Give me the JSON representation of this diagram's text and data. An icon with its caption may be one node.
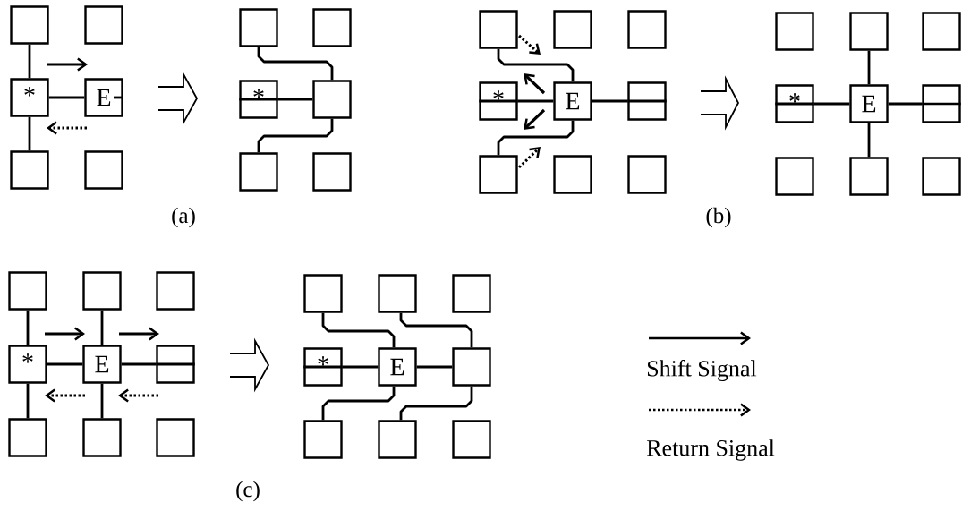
{
  "diagram": {
    "nodes": [
      {
        "text": [],
        "shape": "box"
      },
      {
        "text": [],
        "shape": "box"
      },
      {
        "text": [
          "*"
        ]
      },
      {
        "text": [
          "E"
        ]
      },
      {
        "text": [],
        "shape": "box"
      },
      {
        "text": [],
        "shape": "box"
      },
      {
        "text": [],
        "shape": "box"
      },
      {
        "text": [],
        "shape": "box"
      },
      {
        "text": [
          "*"
        ]
      },
      {
        "text": [],
        "shape": "box"
      },
      {
        "text": [],
        "shape": "box"
      },
      {
        "text": [],
        "shape": "box"
      },
      {
        "text": [],
        "shape": "box"
      },
      {
        "text": [],
        "shape": "box"
      },
      {
        "text": [],
        "shape": "box"
      },
      {
        "text": [
          "*"
        ]
      },
      {
        "text": [
          "E"
        ]
      },
      {
        "text": [],
        "shape": "box"
      },
      {
        "text": [],
        "shape": "box"
      },
      {
        "text": [],
        "shape": "box"
      },
      {
        "text": [],
        "shape": "box"
      },
      {
        "text": [],
        "shape": "box"
      },
      {
        "text": [],
        "shape": "box"
      },
      {
        "text": [],
        "shape": "box"
      },
      {
        "text": [
          "*"
        ]
      },
      {
        "text": [
          "E"
        ]
      },
      {
        "text": [],
        "shape": "box"
      },
      {
        "text": [],
        "shape": "box"
      },
      {
        "text": [],
        "shape": "box"
      },
      {
        "text": [],
        "shape": "box"
      },
      {
        "text": [],
        "shape": "box"
      },
      {
        "text": [],
        "shape": "box"
      },
      {
        "text": [],
        "shape": "box"
      },
      {
        "text": [
          "*"
        ]
      },
      {
        "text": [
          "E"
        ]
      },
      {
        "text": [],
        "shape": "box"
      },
      {
        "text": [],
        "shape": "box"
      },
      {
        "text": [],
        "shape": "box"
      },
      {
        "text": [],
        "shape": "box"
      },
      {
        "text": [],
        "shape": "box"
      },
      {
        "text": [],
        "shape": "box"
      },
      {
        "text": [],
        "shape": "box"
      },
      {
        "text": [
          "*"
        ]
      },
      {
        "text": [
          "E"
        ]
      },
      {
        "text": [],
        "shape": "box"
      },
      {
        "text": [],
        "shape": "box"
      },
      {
        "text": [],
        "shape": "box"
      },
      {
        "text": [],
        "shape": "box"
      }
    ],
    "edges": [
      {
        "from": 2,
        "to": 0,
        "arrow": "none"
      },
      {
        "from": 2,
        "to": 4,
        "arrow": "none"
      },
      {
        "from": 2,
        "to": 3,
        "arrow": "none"
      },
      {
        "from": 6,
        "to": 9,
        "arrow": "none"
      },
      {
        "from": 10,
        "to": 9,
        "arrow": "none"
      },
      {
        "from": 8,
        "to": 9,
        "arrow": "none"
      },
      {
        "from": 16,
        "to": 12,
        "arrow": "none"
      },
      {
        "from": 16,
        "to": 18,
        "arrow": "none"
      },
      {
        "from": 16,
        "to": 15,
        "arrow": "none"
      },
      {
        "from": 16,
        "to": 17,
        "arrow": "none"
      },
      {
        "from": 25,
        "to": 22,
        "arrow": "none"
      },
      {
        "from": 25,
        "to": 28,
        "arrow": "none"
      },
      {
        "from": 25,
        "to": 24,
        "arrow": "none"
      },
      {
        "from": 25,
        "to": 26,
        "arrow": "none"
      },
      {
        "from": 33,
        "to": 30,
        "arrow": "none"
      },
      {
        "from": 33,
        "to": 36,
        "arrow": "none"
      },
      {
        "from": 33,
        "to": 34,
        "arrow": "none"
      },
      {
        "from": 34,
        "to": 31,
        "arrow": "none"
      },
      {
        "from": 34,
        "to": 37,
        "arrow": "none"
      },
      {
        "from": 34,
        "to": 35,
        "arrow": "none"
      },
      {
        "from": 39,
        "to": 43,
        "arrow": "none"
      },
      {
        "from": 45,
        "to": 43,
        "arrow": "none"
      },
      {
        "from": 42,
        "to": 43,
        "arrow": "none"
      },
      {
        "from": 43,
        "to": 44,
        "arrow": "none"
      },
      {
        "from": 40,
        "to": 44,
        "arrow": "none"
      },
      {
        "from": 46,
        "to": 44,
        "arrow": "none"
      }
    ],
    "labels": [
      "(a)",
      "(b)",
      "(c)"
    ],
    "legend": [
      {
        "text": "Shift Signal"
      },
      {
        "text": "Return Signal"
      }
    ]
  }
}
